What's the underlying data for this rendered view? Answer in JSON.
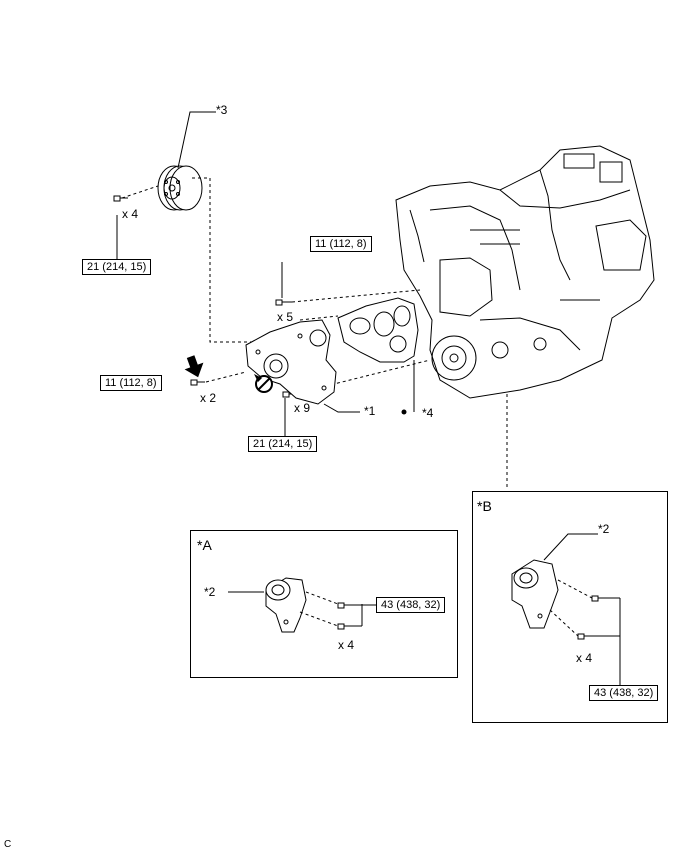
{
  "labels": {
    "item1": "*1",
    "item2_a": "*2",
    "item2_b": "*2",
    "item3": "*3",
    "item4": "*4",
    "view_a": "*A",
    "view_b": "*B",
    "corner": "C"
  },
  "quantities": {
    "pulley_bolts": "x 4",
    "upper_bolts": "x 5",
    "left_bolts": "x 2",
    "pump_bolts": "x 9",
    "tensioner_a_bolts": "x 4",
    "tensioner_b_bolts": "x 4"
  },
  "torques": {
    "pulley": "21 (214, 15)",
    "upper": "11 (112, 8)",
    "left": "11 (112, 8)",
    "pump": "21 (214, 15)",
    "tensioner_a": "43 (438, 32)",
    "tensioner_b": "43 (438, 32)"
  },
  "icons": [
    "apply-arrow-icon",
    "do-not-reuse-icon",
    "pre-coated-dot-icon"
  ]
}
